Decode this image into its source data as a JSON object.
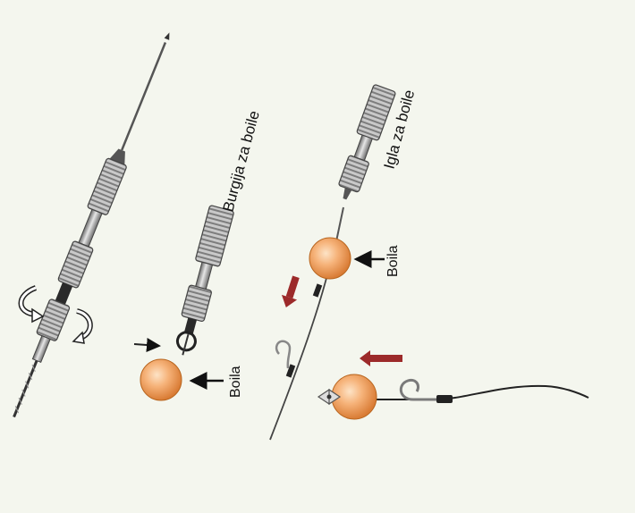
{
  "labels": {
    "drill_label": "Burgija za boile",
    "needle_label": "Igla za boile",
    "boilie_label_left": "Boila",
    "boilie_label_right": "Boila"
  },
  "colors": {
    "background": "#f4f6ee",
    "boilie": "#f2a05a",
    "arrow": "#9c2a2a",
    "tool_metal": "#8a8a8a"
  }
}
